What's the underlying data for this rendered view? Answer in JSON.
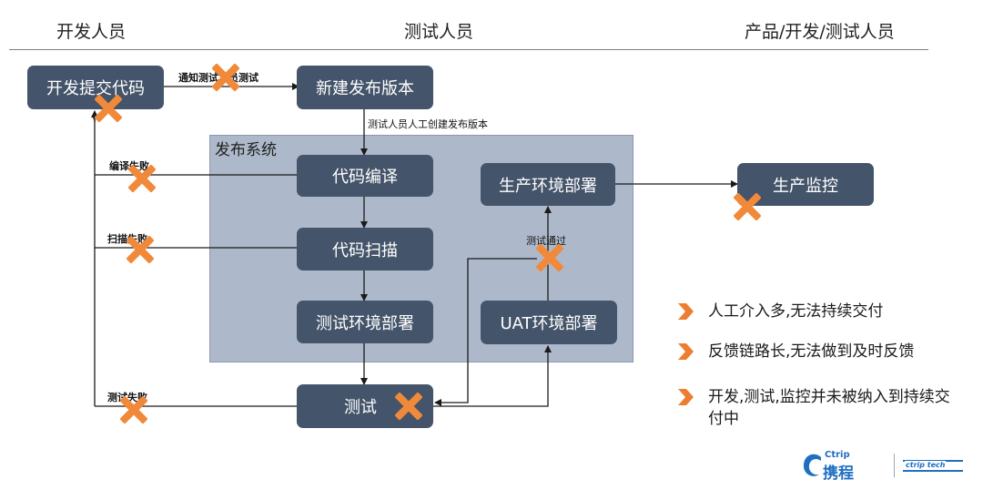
{
  "headers": {
    "developer": "开发人员",
    "tester": "测试人员",
    "all_roles": "产品/开发/测试人员"
  },
  "system_label": "发布系统",
  "nodes": {
    "dev_commit": "开发提交代码",
    "new_release": "新建发布版本",
    "compile": "代码编译",
    "scan": "代码扫描",
    "test_deploy": "测试环境部署",
    "test": "测试",
    "uat_deploy": "UAT环境部署",
    "prod_deploy": "生产环境部署",
    "prod_monitor": "生产监控"
  },
  "edge_labels": {
    "notify_test": "通知测试人员测试",
    "create_release": "测试人员人工创建发布版本",
    "compile_fail": "编译失败",
    "scan_fail": "扫描失败",
    "test_fail": "测试失败",
    "test_pass": "测试通过"
  },
  "bullets": [
    "人工介入多,无法持续交付",
    "反馈链路长,无法做到及时反馈",
    "开发,测试,监控并未被纳入到持续交付中"
  ],
  "logos": {
    "ctrip_en": "Ctrip",
    "ctrip_cn": "携程",
    "ctrip_tech": "ctrip tech"
  },
  "colors": {
    "node_fill": "#44546a",
    "panel_fill": "#adb9ca",
    "cross": "#f08a3a",
    "chevron": "#ed7d31",
    "line": "#1a1a1a"
  }
}
